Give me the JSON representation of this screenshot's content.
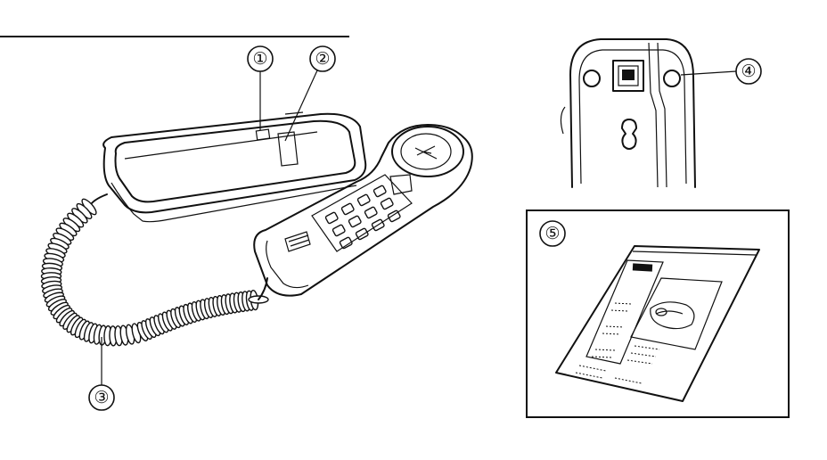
{
  "callouts": [
    {
      "id": "1",
      "label": "①"
    },
    {
      "id": "2",
      "label": "②"
    },
    {
      "id": "3",
      "label": "③"
    },
    {
      "id": "4",
      "label": "④"
    },
    {
      "id": "5",
      "label": "⑤"
    }
  ],
  "parts": {
    "base": "base-cradle",
    "handset": "handset-with-keypad",
    "cord": "coiled-cord",
    "wall_mount": "wall-mount-bottom",
    "manual": "instruction-manual"
  }
}
